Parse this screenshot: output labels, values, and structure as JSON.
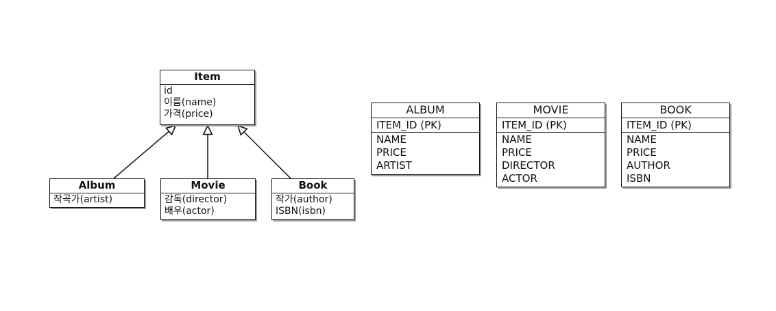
{
  "class_diagram": {
    "parent": {
      "name": "Item",
      "attributes": [
        "id",
        "이름(name)",
        "가격(price)"
      ]
    },
    "children": [
      {
        "name": "Album",
        "attributes": [
          "작곡가(artist)"
        ]
      },
      {
        "name": "Movie",
        "attributes": [
          "감독(director)",
          "배우(actor)"
        ]
      },
      {
        "name": "Book",
        "attributes": [
          "작가(author)",
          "ISBN(isbn)"
        ]
      }
    ]
  },
  "tables": [
    {
      "name": "ALBUM",
      "pk": "ITEM_ID (PK)",
      "columns": [
        "NAME",
        "PRICE",
        "ARTIST"
      ]
    },
    {
      "name": "MOVIE",
      "pk": "ITEM_ID (PK)",
      "columns": [
        "NAME",
        "PRICE",
        "DIRECTOR",
        "ACTOR"
      ]
    },
    {
      "name": "BOOK",
      "pk": "ITEM_ID (PK)",
      "columns": [
        "NAME",
        "PRICE",
        "AUTHOR",
        "ISBN"
      ]
    }
  ]
}
